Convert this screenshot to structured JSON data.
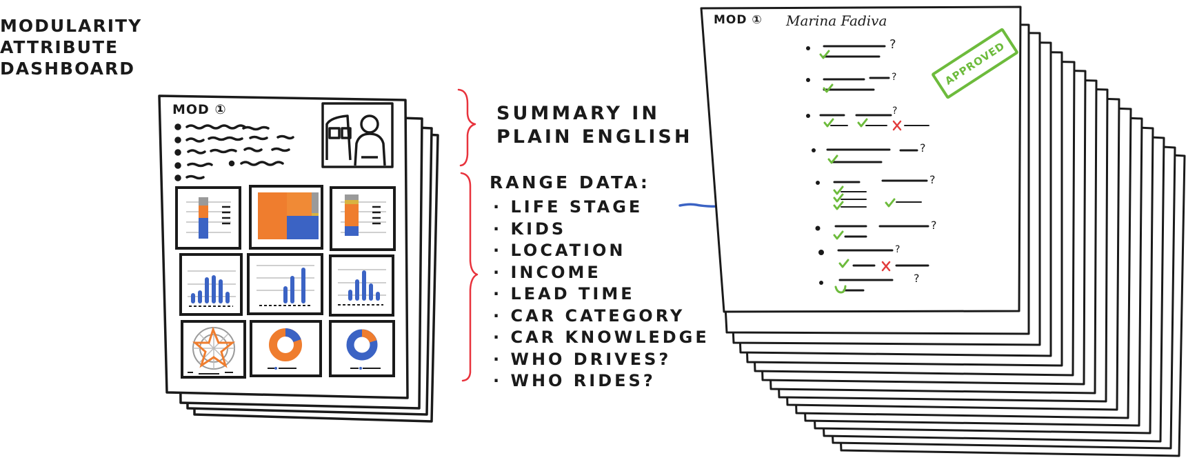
{
  "title_lines": [
    "MODULARITY",
    "ATTRIBUTE",
    "DASHBOARD"
  ],
  "left_doc": {
    "mod_label": "MOD ①"
  },
  "summary_lines": [
    "SUMMARY IN",
    "PLAIN ENGLISH"
  ],
  "range_heading": "RANGE DATA:",
  "range_items": [
    "LIFE STAGE",
    "KIDS",
    "LOCATION",
    "INCOME",
    "LEAD TIME",
    "CAR CATEGORY",
    "CAR KNOWLEDGE",
    "WHO DRIVES?",
    "WHO RIDES?"
  ],
  "right_doc": {
    "mod_label": "MOD ①",
    "name": "Marina Fadiva",
    "stamp": "APPROVED"
  },
  "colors": {
    "blue": "#3b63c4",
    "orange": "#ef7d2e",
    "gray": "#9a9a9a",
    "green": "#6dbb3c",
    "red": "#e23b3b",
    "bracket_red": "#e8323c",
    "ink": "#1a1a1a"
  }
}
